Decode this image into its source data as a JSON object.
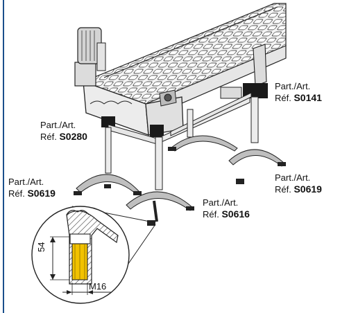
{
  "callouts": [
    {
      "id": "c1",
      "line1": "Part./Art.",
      "line2_prefix": "Réf.",
      "code": "S0141"
    },
    {
      "id": "c2",
      "line1": "Part./Art.",
      "line2_prefix": "Réf.",
      "code": "S0280"
    },
    {
      "id": "c3",
      "line1": "Part./Art.",
      "line2_prefix": "Réf.",
      "code": "S0619"
    },
    {
      "id": "c4",
      "line1": "Part./Art.",
      "line2_prefix": "Réf.",
      "code": "S0619"
    },
    {
      "id": "c5",
      "line1": "Part./Art.",
      "line2_prefix": "Réf.",
      "code": "S0616"
    }
  ],
  "detail": {
    "height_dim": "54",
    "thread_dim": "M16"
  },
  "colors": {
    "frame": "#1a4f8b",
    "insert": "#f2c200"
  }
}
